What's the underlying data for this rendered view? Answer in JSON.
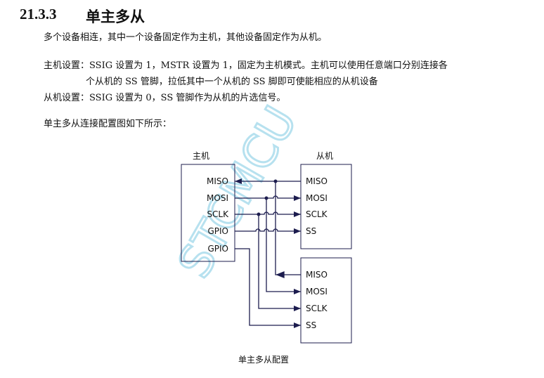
{
  "heading": {
    "number": "21.3.3",
    "title": "单主多从"
  },
  "paragraphs": {
    "intro": "多个设备相连，其中一个设备固定作为主机，其他设备固定作为从机。",
    "master_setting_1": "主机设置：SSIG 设置为 1，MSTR 设置为 1，固定为主机模式。主机可以使用任意端口分别连接各",
    "master_setting_2": "个从机的 SS 管脚，拉低其中一个从机的 SS 脚即可使能相应的从机设备",
    "slave_setting": "从机设置：SSIG 设置为 0，SS 管脚作为从机的片选信号。",
    "figure_intro": "单主多从连接配置图如下所示："
  },
  "diagram": {
    "master_title": "主机",
    "slave_title": "从机",
    "master_pins": [
      "MISO",
      "MOSI",
      "SCLK",
      "GPIO",
      "GPIO"
    ],
    "slave1_pins": [
      "MISO",
      "MOSI",
      "SCLK",
      "SS"
    ],
    "slave2_pins": [
      "MISO",
      "MOSI",
      "SCLK",
      "SS"
    ],
    "caption": "单主多从配置",
    "watermark": "STCMCU",
    "line_color": "#1c1c4e"
  }
}
